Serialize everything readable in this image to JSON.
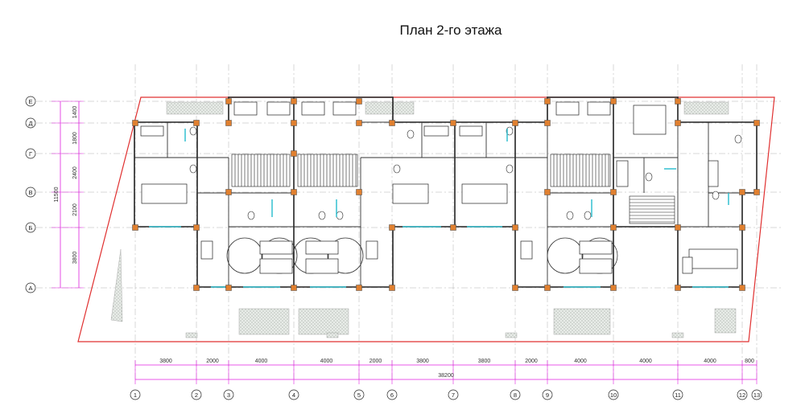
{
  "title": "План 2-го этажа",
  "axes_vertical": [
    "1",
    "2",
    "3",
    "4",
    "5",
    "6",
    "7",
    "8",
    "9",
    "10",
    "11",
    "12",
    "13"
  ],
  "axes_horizontal": [
    "Е",
    "Д",
    "Г",
    "В",
    "Б",
    "А"
  ],
  "dims_bottom": [
    "3800",
    "2000",
    "4000",
    "4000",
    "2000",
    "3800",
    "3800",
    "2000",
    "4000",
    "4000",
    "4000",
    "800"
  ],
  "dim_total": "38200",
  "dims_left": [
    "1400",
    "1800",
    "2400",
    "2100",
    "3800"
  ],
  "dim_left_total": "11500",
  "colors": {
    "site_outline": "#e03030",
    "dimension": "#e020e0",
    "column_fill": "#e08030",
    "glazing": "#33c0d0",
    "hatch": "#b0b8b0",
    "axis": "#b0b0b0",
    "walls": "#222222"
  }
}
